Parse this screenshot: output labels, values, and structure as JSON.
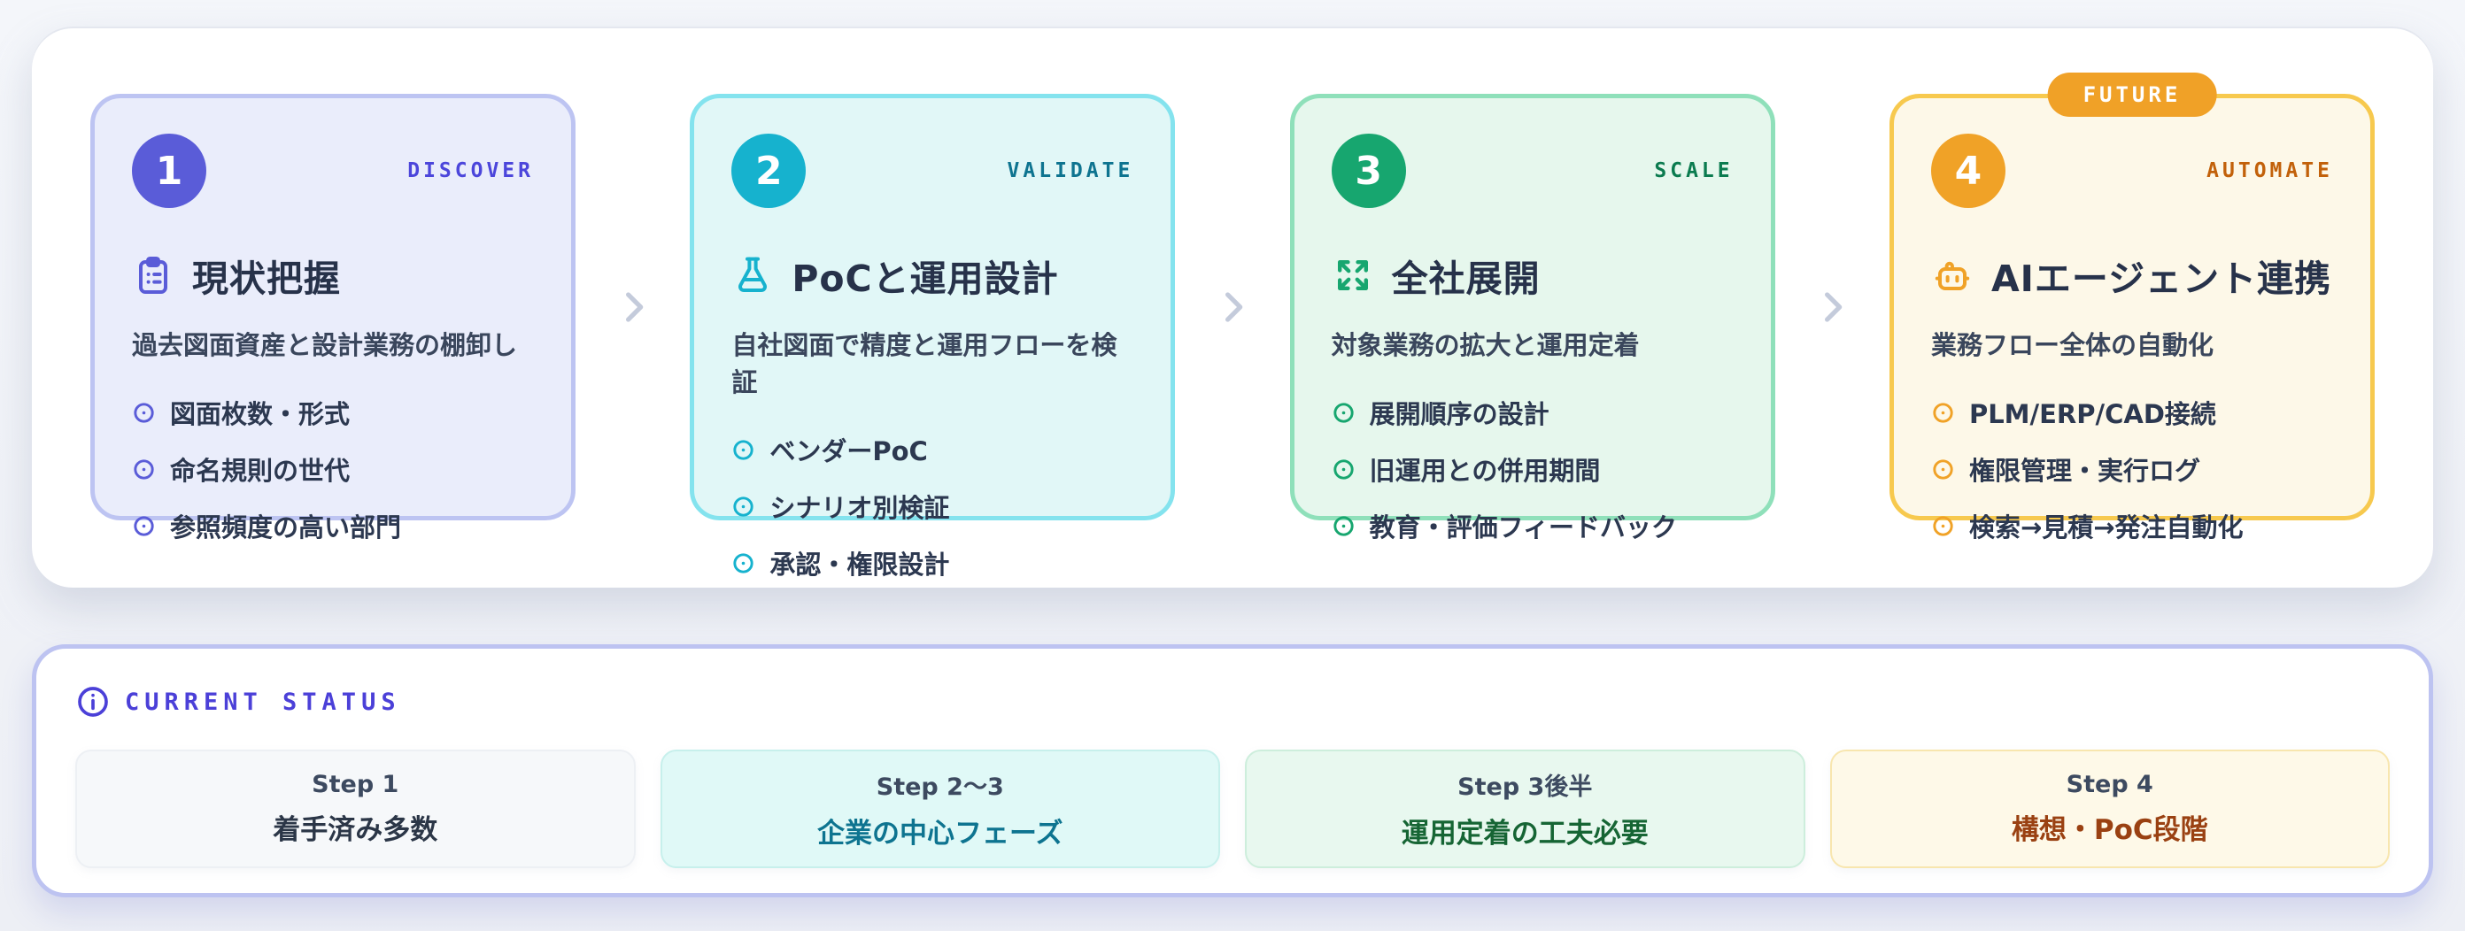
{
  "page": {
    "background": "#F1F3F8"
  },
  "roadmap": {
    "steps": [
      {
        "number": "1",
        "phase_label": "DISCOVER",
        "icon": "clipboard-icon",
        "title": "現状把握",
        "subtitle": "過去図面資産と設計業務の棚卸し",
        "bullets": [
          "図面枚数・形式",
          "命名規則の世代",
          "参照頻度の高い部門"
        ],
        "colors": {
          "accent": "#5A5CD8",
          "background": "#EAEDFB",
          "border": "#BDC4F2",
          "label": "#4C46DB"
        }
      },
      {
        "number": "2",
        "phase_label": "VALIDATE",
        "icon": "flask-icon",
        "title": "PoCと運用設計",
        "subtitle": "自社図面で精度と運用フローを検証",
        "bullets": [
          "ベンダーPoC",
          "シナリオ別検証",
          "承認・権限設計"
        ],
        "colors": {
          "accent": "#16B2CE",
          "background": "#E1F7F7",
          "border": "#84E3EE",
          "label": "#0E7490"
        }
      },
      {
        "number": "3",
        "phase_label": "SCALE",
        "icon": "expand-arrows-icon",
        "title": "全社展開",
        "subtitle": "対象業務の拡大と運用定着",
        "bullets": [
          "展開順序の設計",
          "旧運用との併用期間",
          "教育・評価フィードバック"
        ],
        "colors": {
          "accent": "#17A66F",
          "background": "#E6F7ED",
          "border": "#8FE0BA",
          "label": "#0B7B4F"
        }
      },
      {
        "number": "4",
        "phase_label": "AUTOMATE",
        "icon": "robot-icon",
        "title": "AIエージェント連携",
        "subtitle": "業務フロー全体の自動化",
        "bullets": [
          "PLM/ERP/CAD接続",
          "権限管理・実行ログ",
          "検索→見積→発注自動化"
        ],
        "badge": "FUTURE",
        "colors": {
          "accent": "#F0A227",
          "background": "#FDF8E8",
          "border": "#F7C94E",
          "label": "#C2610A",
          "badge_bg": "#F0A127",
          "badge_text": "#FFFFFF"
        }
      }
    ]
  },
  "status_panel": {
    "heading": "CURRENT STATUS",
    "heading_color": "#4B40D8",
    "items": [
      {
        "step": "Step 1",
        "status": "着手済み多数",
        "colors": {
          "background": "#F6F8FA",
          "border": "#EDF0F4",
          "status_text": "#2B3647"
        }
      },
      {
        "step": "Step 2〜3",
        "status": "企業の中心フェーズ",
        "colors": {
          "background": "#E0F9F7",
          "border": "#C7F0EC",
          "status_text": "#0E7490"
        }
      },
      {
        "step": "Step 3後半",
        "status": "運用定着の工夫必要",
        "colors": {
          "background": "#E8F8EF",
          "border": "#CDEEDC",
          "status_text": "#166534"
        }
      },
      {
        "step": "Step 4",
        "status": "構想・PoC段階",
        "colors": {
          "background": "#FEF9E8",
          "border": "#F8E6AE",
          "status_text": "#9A4112"
        }
      }
    ]
  }
}
